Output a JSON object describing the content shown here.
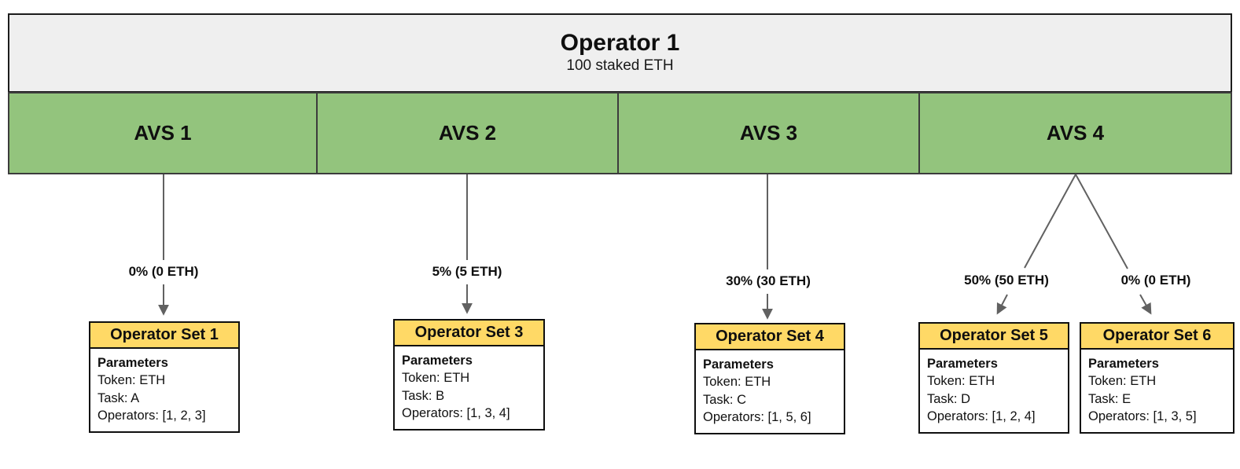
{
  "operator": {
    "title": "Operator 1",
    "stake": "100 staked ETH"
  },
  "avs_bar": {
    "segments": [
      {
        "label": "AVS 1"
      },
      {
        "label": "AVS 2"
      },
      {
        "label": "AVS 3"
      },
      {
        "label": "AVS 4"
      }
    ]
  },
  "allocations": [
    {
      "from_avs": "AVS 1",
      "label": "0% (0 ETH)",
      "to_set": "Operator Set 1"
    },
    {
      "from_avs": "AVS 2",
      "label": "5% (5 ETH)",
      "to_set": "Operator Set 3"
    },
    {
      "from_avs": "AVS 3",
      "label": "30% (30 ETH)",
      "to_set": "Operator Set 4"
    },
    {
      "from_avs": "AVS 4",
      "label": "50% (50 ETH)",
      "to_set": "Operator Set 5"
    },
    {
      "from_avs": "AVS 4",
      "label": "0% (0 ETH)",
      "to_set": "Operator Set 6"
    }
  ],
  "operator_sets": [
    {
      "title": "Operator Set 1",
      "params_heading": "Parameters",
      "token": "Token: ETH",
      "task": "Task: A",
      "operators": "Operators: [1, 2, 3]"
    },
    {
      "title": "Operator Set 3",
      "params_heading": "Parameters",
      "token": "Token: ETH",
      "task": "Task: B",
      "operators": "Operators: [1, 3, 4]"
    },
    {
      "title": "Operator Set 4",
      "params_heading": "Parameters",
      "token": "Token: ETH",
      "task": "Task: C",
      "operators": "Operators: [1, 5, 6]"
    },
    {
      "title": "Operator Set 5",
      "params_heading": "Parameters",
      "token": "Token: ETH",
      "task": "Task: D",
      "operators": "Operators: [1, 2, 4]"
    },
    {
      "title": "Operator Set 6",
      "params_heading": "Parameters",
      "token": "Token: ETH",
      "task": "Task: E",
      "operators": "Operators: [1, 3, 5]"
    }
  ],
  "colors": {
    "avs_green": "#93c47d",
    "set_header_yellow": "#ffd966",
    "operator_gray": "#efefef",
    "arrow_gray": "#616161",
    "border_black": "#0f0f0f"
  }
}
